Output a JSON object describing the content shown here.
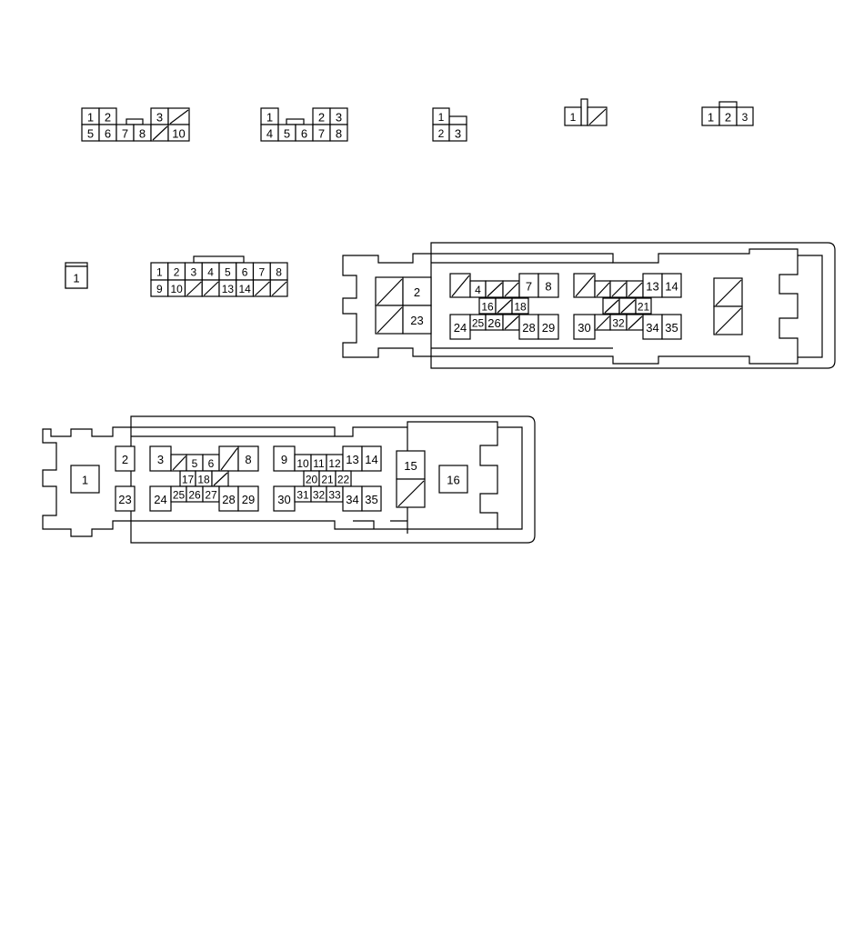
{
  "colors": {
    "line": "#000000",
    "background": "#ffffff"
  },
  "connectors": {
    "A": {
      "pins": [
        "1",
        "2",
        "3",
        "5",
        "6",
        "7",
        "8",
        "10"
      ]
    },
    "B": {
      "pins": [
        "1",
        "2",
        "3",
        "4",
        "5",
        "6",
        "7",
        "8"
      ]
    },
    "C": {
      "pins": [
        "1",
        "2",
        "3"
      ]
    },
    "D": {
      "pins": [
        "1"
      ]
    },
    "E": {
      "pins": [
        "1",
        "2",
        "3"
      ]
    },
    "F": {
      "pins": [
        "1"
      ]
    },
    "G": {
      "pins": [
        "1",
        "2",
        "3",
        "4",
        "5",
        "6",
        "7",
        "8",
        "9",
        "10",
        "13",
        "14"
      ]
    },
    "H": {
      "pins": [
        "2",
        "23",
        "4",
        "7",
        "8",
        "16",
        "18",
        "24",
        "25",
        "26",
        "28",
        "29",
        "13",
        "14",
        "21",
        "30",
        "32",
        "34",
        "35"
      ]
    },
    "I": {
      "pins": [
        "1",
        "2",
        "23",
        "3",
        "5",
        "6",
        "8",
        "17",
        "18",
        "24",
        "25",
        "26",
        "27",
        "28",
        "29",
        "9",
        "10",
        "11",
        "12",
        "13",
        "14",
        "20",
        "21",
        "22",
        "30",
        "31",
        "32",
        "33",
        "34",
        "35",
        "15",
        "16"
      ]
    }
  }
}
